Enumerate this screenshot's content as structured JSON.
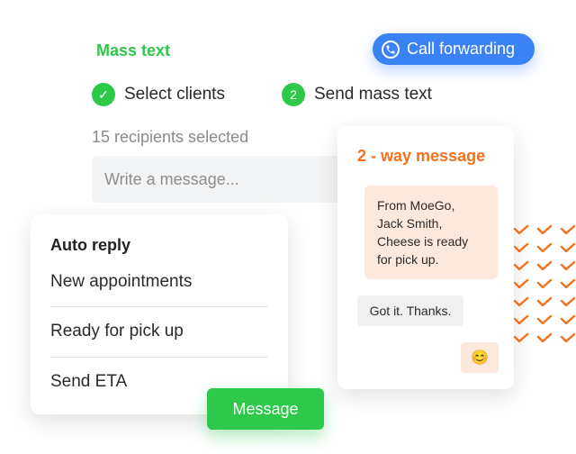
{
  "mass_text": {
    "title": "Mass text",
    "steps": [
      {
        "badge": "✓",
        "label": "Select clients"
      },
      {
        "badge": "2",
        "label": "Send mass text"
      }
    ],
    "recipients": "15 recipients selected",
    "input_placeholder": "Write a message..."
  },
  "call_forwarding": {
    "label": "Call forwarding",
    "icon": "phone-icon"
  },
  "two_way": {
    "title": "2 - way message",
    "incoming_lines": [
      "From MoeGo,",
      "Jack Smith,",
      "Cheese is ready",
      "for pick up."
    ],
    "reply": "Got it. Thanks.",
    "emoji": "😊"
  },
  "auto_reply": {
    "title": "Auto reply",
    "items": [
      "New appointments",
      "Ready for pick up",
      "Send ETA"
    ]
  },
  "message_button": "Message",
  "colors": {
    "green": "#2ec84a",
    "blue": "#3b82f6",
    "orange": "#f5711c",
    "peach": "#fde8de"
  }
}
